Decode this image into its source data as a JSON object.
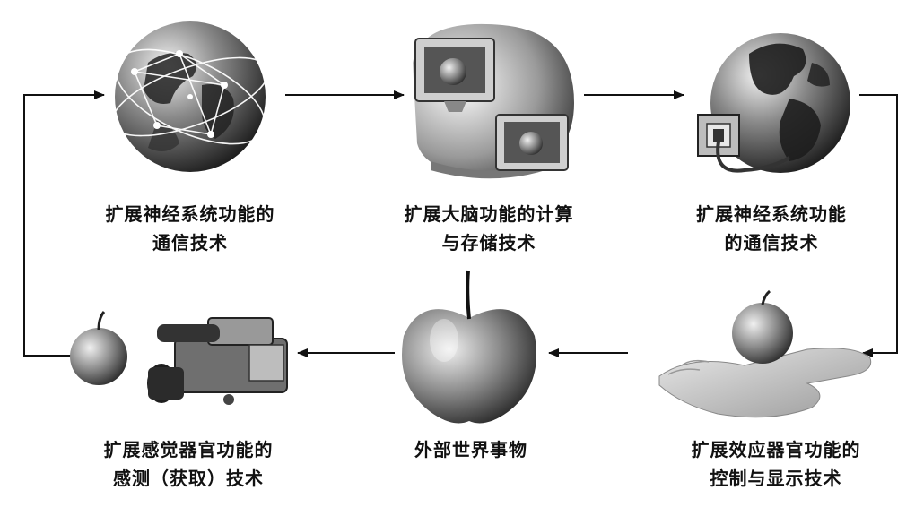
{
  "nodes": [
    {
      "id": "comm-1",
      "icon": "globe-network-icon",
      "lines": [
        "扩展神经系统功能的",
        "通信技术"
      ]
    },
    {
      "id": "compute",
      "icon": "computer-monitors-icon",
      "lines": [
        "扩展大脑功能的计算",
        "与存储技术"
      ]
    },
    {
      "id": "comm-2",
      "icon": "globe-plug-icon",
      "lines": [
        "扩展神经系统功能",
        "的通信技术"
      ]
    },
    {
      "id": "control",
      "icon": "hand-holding-apple-icon",
      "lines": [
        "扩展效应器官功能的",
        "控制与显示技术"
      ]
    },
    {
      "id": "world",
      "icon": "apple-icon",
      "lines": [
        "外部世界事物"
      ]
    },
    {
      "id": "sense",
      "icon": "camcorder-apple-icon",
      "lines": [
        "扩展感觉器官功能的",
        "感测（获取）技术"
      ]
    }
  ],
  "colors": {
    "line": "#111111",
    "shade_dark": "#2b2b2b",
    "shade_light": "#d9d9d9"
  }
}
